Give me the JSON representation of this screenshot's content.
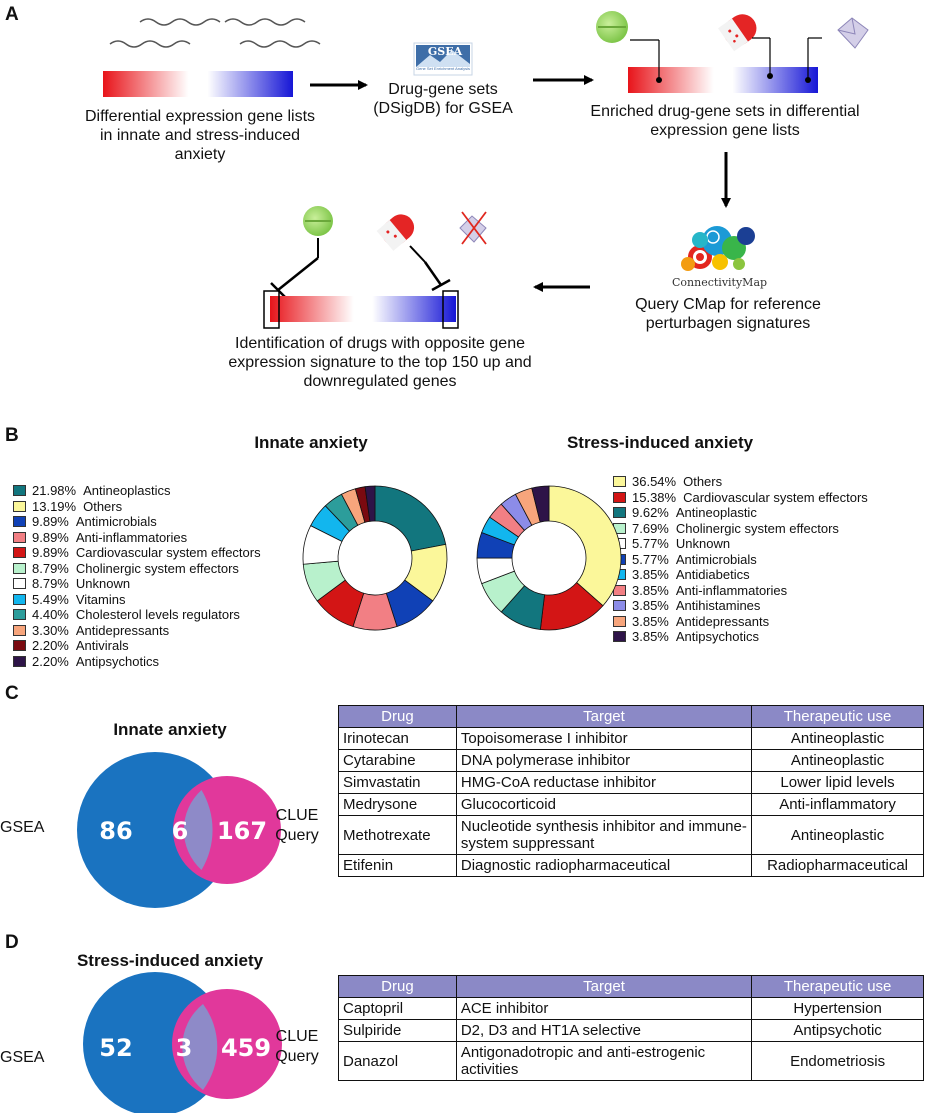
{
  "panel_labels": [
    "A",
    "B",
    "C",
    "D"
  ],
  "panel_a": {
    "deg_text": "Differential expression gene lists in innate and stress-induced anxiety",
    "gsea_logo": "GSEA",
    "gsea_logo_sub": "Gene Set Enrichment Analysis",
    "dsigdb_text": "Drug-gene sets (DSigDB) for GSEA",
    "enriched_text": "Enriched drug-gene sets in differential expression gene lists",
    "cmap_logo": "ConnectivityMap",
    "cmap_text": "Query CMap for reference perturbagen signatures",
    "identify_text": "Identification of drugs with opposite gene expression signature to the top 150 up and downregulated genes"
  },
  "panel_b": {
    "innate_title": "Innate anxiety",
    "stress_title": "Stress-induced anxiety",
    "innate_legend": [
      {
        "pct": "21.98%",
        "label": "Antineoplastics",
        "color": "#12767e"
      },
      {
        "pct": "13.19%",
        "label": "Others",
        "color": "#fbf79a"
      },
      {
        "pct": "9.89%",
        "label": "Antimicrobials",
        "color": "#1041b6"
      },
      {
        "pct": "9.89%",
        "label": "Anti-inflammatories",
        "color": "#f27f84"
      },
      {
        "pct": "9.89%",
        "label": "Cardiovascular system effectors",
        "color": "#d31515"
      },
      {
        "pct": "8.79%",
        "label": "Cholinergic system effectors",
        "color": "#b8f1cc"
      },
      {
        "pct": "8.79%",
        "label": "Unknown",
        "color": "#ffffff"
      },
      {
        "pct": "5.49%",
        "label": "Vitamins",
        "color": "#12b6ee"
      },
      {
        "pct": "4.40%",
        "label": "Cholesterol levels regulators",
        "color": "#2c9d9b"
      },
      {
        "pct": "3.30%",
        "label": "Antidepressants",
        "color": "#f7a57c"
      },
      {
        "pct": "2.20%",
        "label": "Antivirals",
        "color": "#7a0a10"
      },
      {
        "pct": "2.20%",
        "label": "Antipsychotics",
        "color": "#2e1448"
      }
    ],
    "stress_legend": [
      {
        "pct": "36.54%",
        "label": "Others",
        "color": "#fbf79a"
      },
      {
        "pct": "15.38%",
        "label": "Cardiovascular system effectors",
        "color": "#d31515"
      },
      {
        "pct": "9.62%",
        "label": "Antineoplastic",
        "color": "#12767e"
      },
      {
        "pct": "7.69%",
        "label": "Cholinergic system effectors",
        "color": "#b8f1cc"
      },
      {
        "pct": "5.77%",
        "label": "Unknown",
        "color": "#ffffff"
      },
      {
        "pct": "5.77%",
        "label": "Antimicrobials",
        "color": "#1041b6"
      },
      {
        "pct": "3.85%",
        "label": "Antidiabetics",
        "color": "#12b6ee"
      },
      {
        "pct": "3.85%",
        "label": "Anti-inflammatories",
        "color": "#f27f84"
      },
      {
        "pct": "3.85%",
        "label": "Antihistamines",
        "color": "#8c8ce8"
      },
      {
        "pct": "3.85%",
        "label": "Antidepressants",
        "color": "#f7a57c"
      },
      {
        "pct": "3.85%",
        "label": "Antipsychotics",
        "color": "#2e1448"
      }
    ]
  },
  "panel_c": {
    "title": "Innate anxiety",
    "venn": {
      "left_label": "GSEA",
      "right_label_1": "CLUE",
      "right_label_2": "Query",
      "left_only": "86",
      "overlap": "6",
      "right_only": "167",
      "left_color": "#1a73c0",
      "right_color": "#e1389b",
      "overlap_color": "#8e8ac8"
    },
    "headers": [
      "Drug",
      "Target",
      "Therapeutic use"
    ],
    "rows": [
      [
        "Irinotecan",
        "Topoisomerase I inhibitor",
        "Antineoplastic"
      ],
      [
        "Cytarabine",
        "DNA polymerase inhibitor",
        "Antineoplastic"
      ],
      [
        "Simvastatin",
        "HMG-CoA reductase inhibitor",
        "Lower lipid levels"
      ],
      [
        "Medrysone",
        "Glucocorticoid",
        "Anti-inflammatory"
      ],
      [
        "Methotrexate",
        "Nucleotide synthesis inhibitor and immune-system suppressant",
        "Antineoplastic"
      ],
      [
        "Etifenin",
        "Diagnostic radiopharmaceutical",
        "Radiopharmaceutical"
      ]
    ]
  },
  "panel_d": {
    "title": "Stress-induced anxiety",
    "venn": {
      "left_label": "GSEA",
      "right_label_1": "CLUE",
      "right_label_2": "Query",
      "left_only": "52",
      "overlap": "3",
      "right_only": "459",
      "left_color": "#1a73c0",
      "right_color": "#e1389b",
      "overlap_color": "#8e8ac8"
    },
    "headers": [
      "Drug",
      "Target",
      "Therapeutic use"
    ],
    "rows": [
      [
        "Captopril",
        "ACE inhibitor",
        "Hypertension"
      ],
      [
        "Sulpiride",
        "D2, D3 and HT1A selective",
        "Antipsychotic"
      ],
      [
        "Danazol",
        "Antigonadotropic and anti-estrogenic activities",
        "Endometriosis"
      ]
    ]
  }
}
